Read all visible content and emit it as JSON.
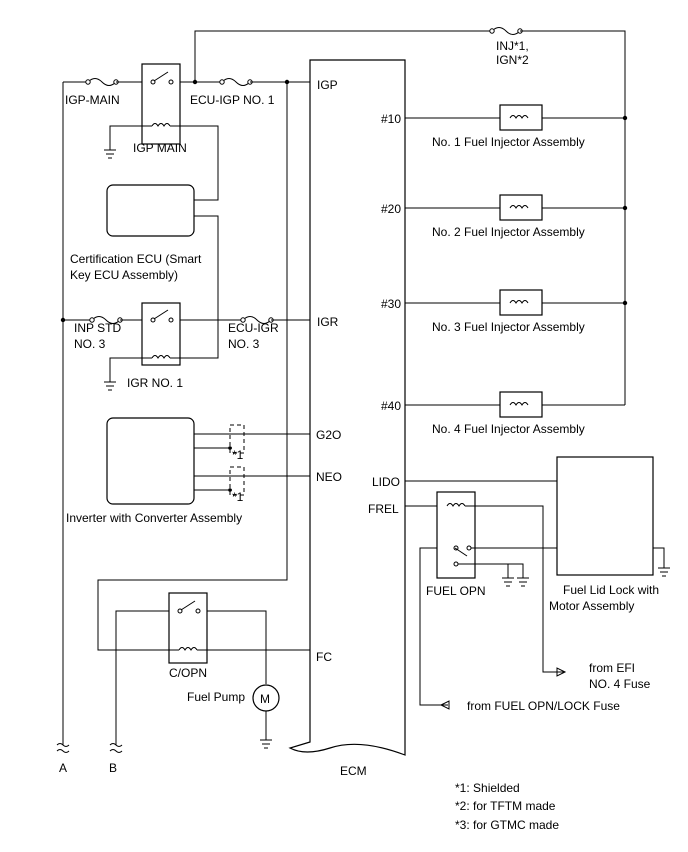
{
  "ecm": {
    "label": "ECM",
    "pins": {
      "igp": "IGP",
      "igr": "IGR",
      "g2o": "G2O",
      "neo": "NEO",
      "fc": "FC",
      "n10": "#10",
      "n20": "#20",
      "n30": "#30",
      "n40": "#40",
      "lido": "LIDO",
      "frel": "FREL"
    }
  },
  "fuses": {
    "igp_main": "IGP-MAIN",
    "ecu_igp": "ECU-IGP NO. 1",
    "inj_line1": "INJ*1,",
    "inj_line2": "IGN*2",
    "inp_std_line1": "INP STD",
    "inp_std_line2": "NO. 3",
    "ecu_igr_line1": "ECU-IGR",
    "ecu_igr_line2": "NO. 3"
  },
  "relays": {
    "igp_main": "IGP MAIN",
    "igr_no1": "IGR NO. 1",
    "c_opn": "C/OPN",
    "fuel_opn": "FUEL OPN"
  },
  "components": {
    "cert_ecu_line1": "Certification ECU (Smart",
    "cert_ecu_line2": "Key ECU Assembly)",
    "inverter": "Inverter with Converter Assembly",
    "fuel_pump": "Fuel Pump",
    "motor_symbol": "M",
    "injector1": "No. 1 Fuel Injector Assembly",
    "injector2": "No. 2 Fuel Injector Assembly",
    "injector3": "No. 3 Fuel Injector Assembly",
    "injector4": "No. 4 Fuel Injector Assembly",
    "fuel_lid_line1": "Fuel Lid Lock with",
    "fuel_lid_line2": "Motor Assembly"
  },
  "shield_marks": {
    "top": "*1",
    "bottom": "*1"
  },
  "sources": {
    "efi_line1": "from EFI",
    "efi_line2": "NO. 4 Fuse",
    "fuel_opn_lock": "from FUEL OPN/LOCK Fuse"
  },
  "connectors": {
    "a": "A",
    "b": "B"
  },
  "notes": {
    "n1": "*1: Shielded",
    "n2": "*2: for TFTM made",
    "n3": "*3: for GTMC made"
  }
}
